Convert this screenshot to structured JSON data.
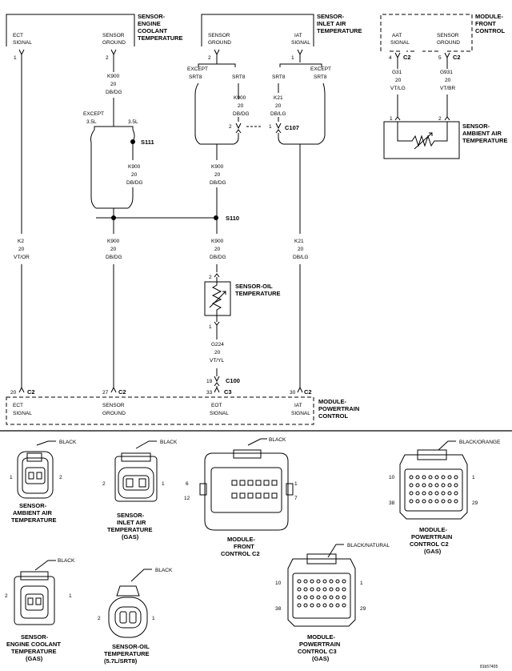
{
  "modules": {
    "ect_sensor": {
      "title": [
        "SENSOR-",
        "ENGINE",
        "COOLANT",
        "TEMPERATURE"
      ],
      "pins": [
        [
          "ECT",
          "SIGNAL"
        ],
        [
          "SENSOR",
          "GROUND"
        ]
      ]
    },
    "iat_sensor": {
      "title": [
        "SENSOR-",
        "INLET AIR",
        "TEMPERATURE"
      ],
      "pins": [
        [
          "SENSOR",
          "GROUND"
        ],
        [
          "IAT",
          "SIGNAL"
        ]
      ]
    },
    "fcm": {
      "title": [
        "MODULE-",
        "FRONT",
        "CONTROL"
      ],
      "pins": [
        [
          "AAT",
          "SIGNAL"
        ],
        [
          "SENSOR",
          "GROUND"
        ]
      ]
    },
    "aat_sensor": {
      "title": [
        "SENSOR-",
        "AMBIENT AIR",
        "TEMPERATURE"
      ]
    },
    "oil_sensor": {
      "title": [
        "SENSOR-OIL",
        "TEMPERATURE"
      ]
    },
    "pcm": {
      "title": [
        "MODULE-",
        "POWERTRAIN",
        "CONTROL"
      ],
      "pins": [
        [
          "ECT",
          "SIGNAL"
        ],
        [
          "SENSOR",
          "GROUND"
        ],
        [
          "EOT",
          "SIGNAL"
        ],
        [
          "IAT",
          "SIGNAL"
        ]
      ]
    }
  },
  "pin_numbers": {
    "ect_1": "1",
    "ect_2": "2",
    "iat_2": "2",
    "iat_1": "1",
    "fcm_4": "4",
    "fcm_5": "5",
    "aat_1": "1",
    "aat_2": "2",
    "oil_2": "2",
    "oil_1": "1",
    "c107_2": "2",
    "c107_1": "1",
    "c100": "19",
    "pcm_20": "20",
    "pcm_27": "27",
    "pcm_33": "33",
    "pcm_30": "30"
  },
  "connectors": {
    "c2": "C2",
    "c3": "C3",
    "c100": "C100",
    "c107": "C107"
  },
  "splices": {
    "s111": "S111",
    "s110": "S110"
  },
  "options": {
    "except": "EXCEPT",
    "srt8": "SRT8",
    "l35": "3.5L"
  },
  "wires": {
    "k2": [
      "K2",
      "20",
      "VT/OR"
    ],
    "k900": [
      "K900",
      "20",
      "DB/DG"
    ],
    "k21": [
      "K21",
      "20",
      "DB/LG"
    ],
    "g31": [
      "G31",
      "20",
      "VT/LG"
    ],
    "g931": [
      "G931",
      "20",
      "VT/BR"
    ],
    "g224": [
      "G224",
      "20",
      "VT/YL"
    ]
  },
  "connector_views": {
    "aat": {
      "color": "BLACK",
      "pins": [
        "1",
        "2"
      ],
      "name": [
        "SENSOR-",
        "AMBIENT AIR",
        "TEMPERATURE"
      ]
    },
    "iat": {
      "color": "BLACK",
      "pins": [
        "2",
        "1"
      ],
      "name": [
        "SENSOR-",
        "INLET AIR",
        "TEMPERATURE",
        "(GAS)"
      ]
    },
    "fcm_c2": {
      "color": "BLACK",
      "pins": [
        "6",
        "12",
        "1",
        "7"
      ],
      "name": [
        "MODULE-",
        "FRONT",
        "CONTROL C2"
      ]
    },
    "pcm_c2": {
      "color": "BLACK/ORANGE",
      "pins": [
        "10",
        "38",
        "1",
        "29"
      ],
      "name": [
        "MODULE-",
        "POWERTRAIN",
        "CONTROL C2",
        "(GAS)"
      ]
    },
    "ect": {
      "color": "BLACK",
      "pins": [
        "2",
        "1"
      ],
      "name": [
        "SENSOR-",
        "ENGINE COOLANT",
        "TEMPERATURE",
        "(GAS)"
      ]
    },
    "oil": {
      "color": "BLACK",
      "pins": [
        "2",
        "1"
      ],
      "name": [
        "SENSOR-OIL",
        "TEMPERATURE",
        "(5.7L/SRT8)"
      ]
    },
    "pcm_c3": {
      "color": "BLACK/NATURAL",
      "pins": [
        "10",
        "38",
        "1",
        "29"
      ],
      "name": [
        "MODULE-",
        "POWERTRAIN",
        "CONTROL C3",
        "(GAS)"
      ]
    }
  },
  "figure_id": "81b57405"
}
